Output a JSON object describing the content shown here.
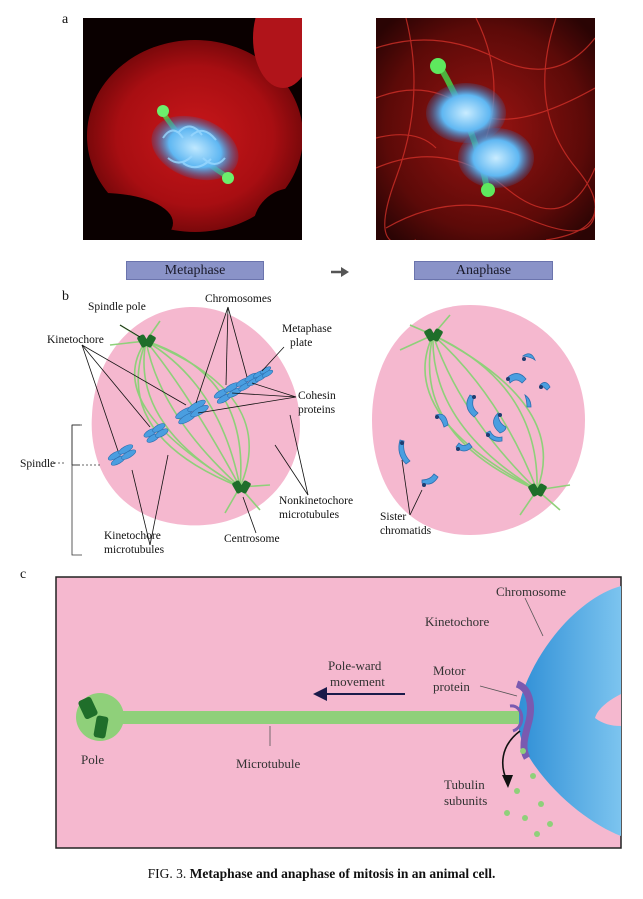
{
  "panels": {
    "a": "a",
    "b": "b",
    "c": "c"
  },
  "stages": {
    "metaphase": "Metaphase",
    "anaphase": "Anaphase"
  },
  "labels_b": {
    "spindle_pole": "Spindle pole",
    "chromosomes": "Chromosomes",
    "metaphase_plate_1": "Metaphase",
    "metaphase_plate_2": "plate",
    "kinetochore": "Kinetochore",
    "cohesin_1": "Cohesin",
    "cohesin_2": "proteins",
    "spindle": "Spindle",
    "nonkinetochore_1": "Nonkinetochore",
    "nonkinetochore_2": "microtubules",
    "kinetochore_mt_1": "Kinetochore",
    "kinetochore_mt_2": "microtubules",
    "centrosome": "Centrosome",
    "sister_1": "Sister",
    "sister_2": "chromatids"
  },
  "labels_c": {
    "chromosome": "Chromosome",
    "kinetochore": "Kinetochore",
    "motor_1": "Motor",
    "motor_2": "protein",
    "poleward_1": "Pole-ward",
    "poleward_2": "movement",
    "pole": "Pole",
    "microtubule": "Microtubule",
    "tubulin_1": "Tubulin",
    "tubulin_2": "subunits"
  },
  "caption": {
    "prefix": "FIG. 3.",
    "text": "Metaphase and anaphase of mitosis in an animal cell."
  },
  "colors": {
    "cell_pink": "#f5b8cf",
    "microtubule_green": "#8fd07a",
    "chromosome_blue": "#4a9ee0",
    "centrosome_green": "#1f6e2a",
    "stage_bar": "#8a93c8"
  }
}
